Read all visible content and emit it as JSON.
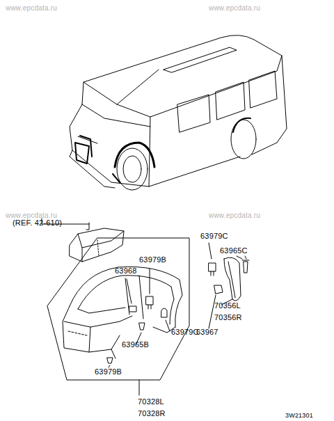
{
  "diagram": {
    "labels": [
      "www.epcdata.ru",
      "www.epcdata.ru",
      "www.epcdata.ru",
      "www.epcdata.ru",
      "(REF. 42-610)",
      "63979C",
      "63965C",
      "63979B",
      "63968",
      "70356L",
      "70356R",
      "63967",
      "63979C",
      "63965B",
      "63979B",
      "70328L",
      "70328R",
      "3W21301"
    ]
  }
}
